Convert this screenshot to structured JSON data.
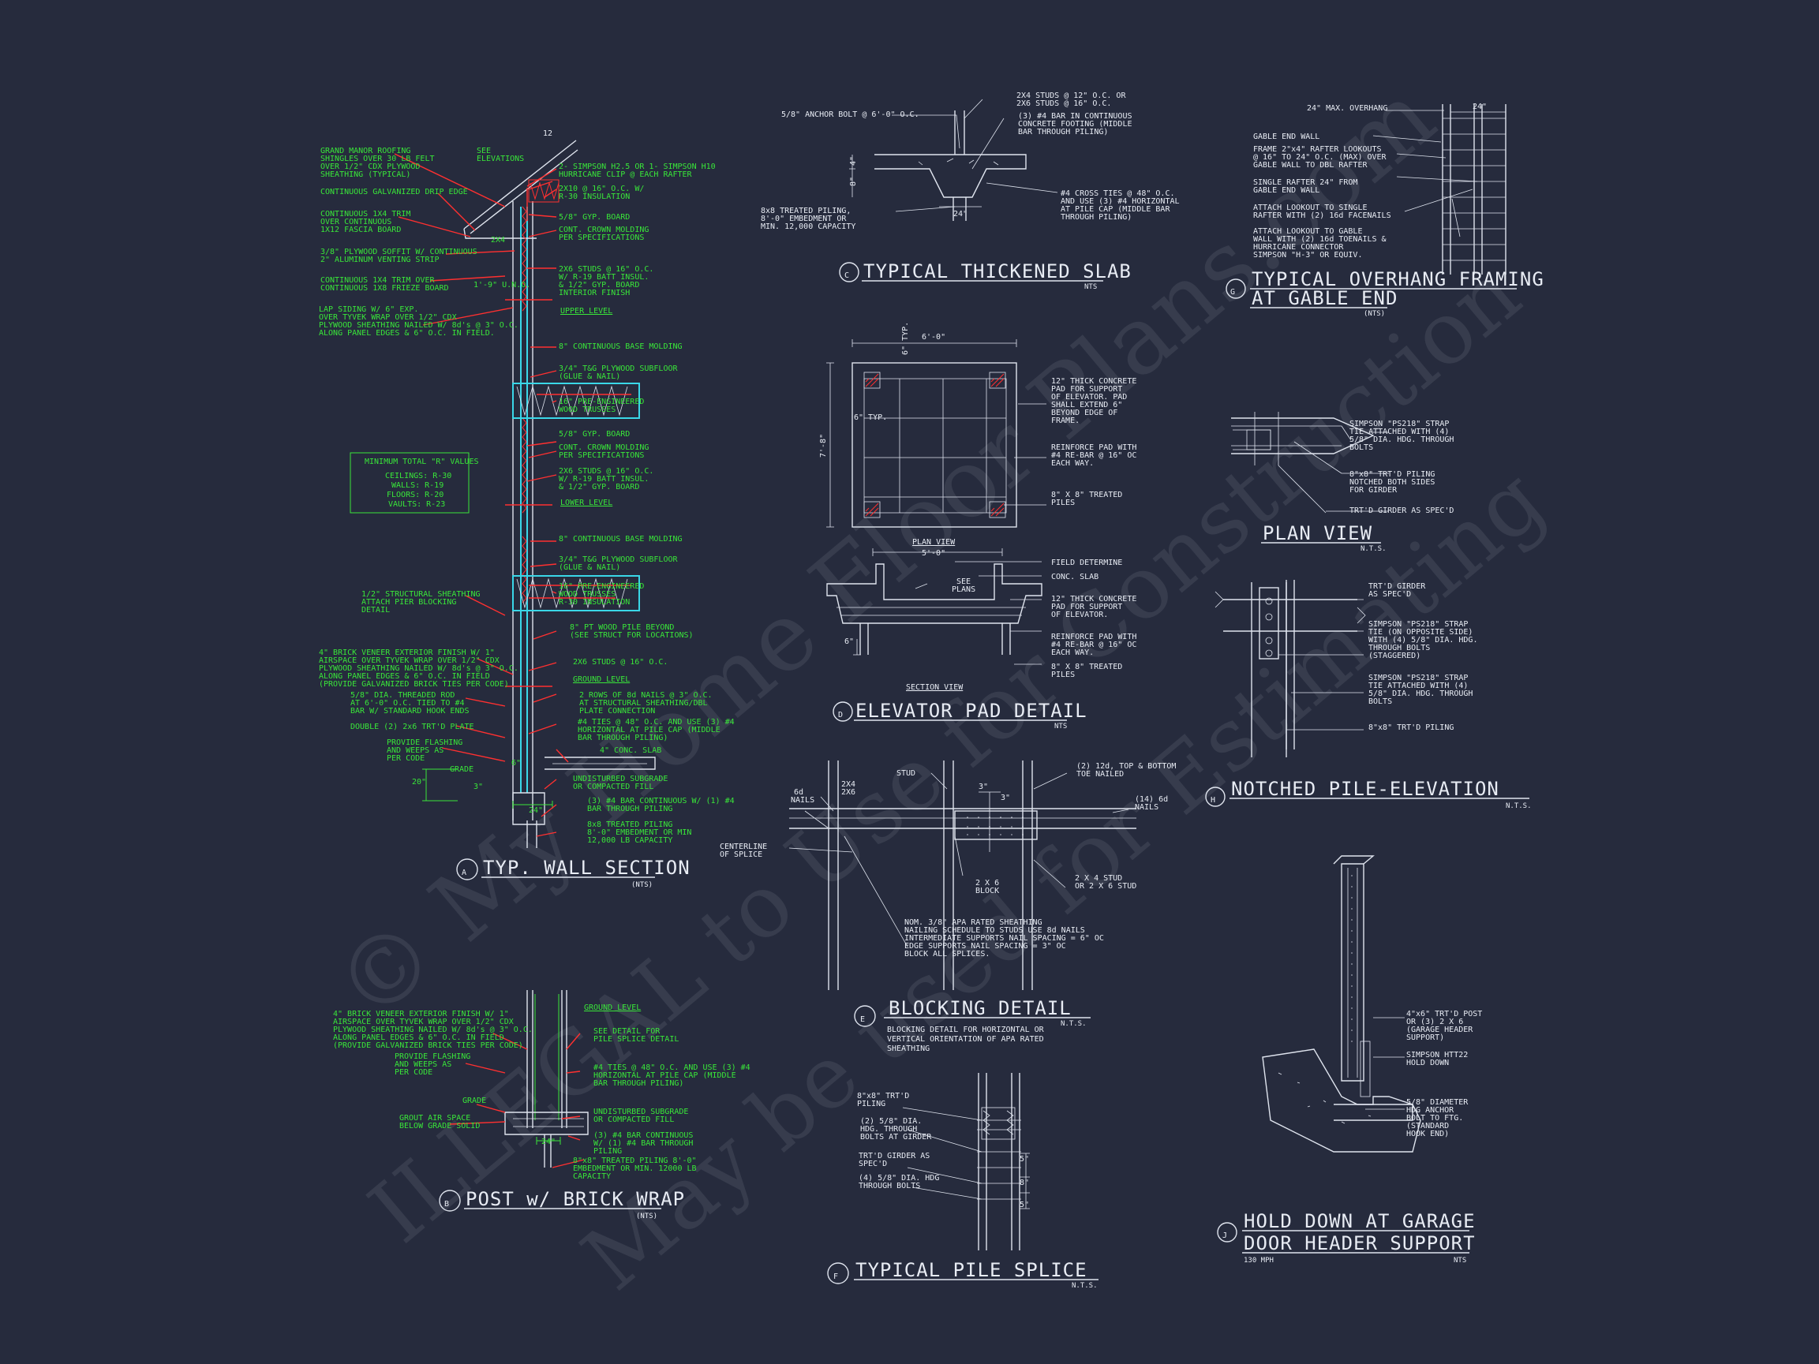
{
  "watermark": {
    "line1": "© My Home Floor Plans.com",
    "line2": "ILLEGAL to Use for Construction",
    "line3": "May be used for Estimating"
  },
  "details": {
    "A": {
      "letter": "A",
      "title": "TYP. WALL SECTION",
      "nts": "(NTS)",
      "pitch": "12",
      "labels_left": [
        "GRAND MANOR ROOFING",
        "SHINGLES OVER 30 LB FELT",
        "OVER 1/2\" CDX PLYWOOD",
        "SHEATHING (TYPICAL)",
        "CONTINUOUS GALVANIZED DRIP EDGE",
        "CONTINUOUS 1X4 TRIM",
        "OVER CONTINUOUS",
        "1X12 FASCIA BOARD",
        "3/8\" PLYWOOD SOFFIT W/ CONTINUOUS",
        "2\" ALUMINUM VENTING STRIP",
        "CONTINUOUS 1X4 TRIM OVER",
        "CONTINUOUS 1X8 FRIEZE BOARD",
        "LAP SIDING W/ 6\" EXP.",
        "OVER TYVEK WRAP OVER 1/2\" CDX",
        "PLYWOOD SHEATHING NAILED W/ 8d's @ 3\" O.C.",
        "ALONG PANEL EDGES & 6\" O.C. IN FIELD."
      ],
      "see_elev": [
        "SEE",
        "ELEVATIONS"
      ],
      "labels_right": [
        "2- SIMPSON H2.5 OR 1- SIMPSON H10",
        "HURRICANE CLIP @ EACH RAFTER",
        "2X10 @ 16\" O.C. W/",
        "R-30 INSULATION",
        "5/8\" GYP. BOARD",
        "CONT. CROWN MOLDING",
        "PER SPECIFICATIONS",
        "2X6 STUDS @ 16\" O.C.",
        "W/ R-19 BATT INSUL.",
        "& 1/2\" GYP. BOARD",
        "INTERIOR FINISH",
        "8\" CONTINUOUS BASE MOLDING",
        "3/4\" T&G PLYWOOD SUBFLOOR",
        "(GLUE & NAIL)",
        "16\" PRE-ENGINEERED",
        "WOOD TRUSSES",
        "5/8\" GYP. BOARD",
        "CONT. CROWN MOLDING",
        "PER SPECIFICATIONS",
        "2X6 STUDS @ 16\" O.C.",
        "W/ R-19 BATT INSUL.",
        "& 1/2\" GYP. BOARD",
        "8\" CONTINUOUS BASE MOLDING",
        "3/4\" T&G PLYWOOD SUBFLOOR",
        "(GLUE & NAIL)",
        "16\" PRE-ENGINEERED",
        "WOOD TRUSSES",
        "R-30 INSULATION",
        "8\" PT WOOD PILE BEYOND",
        "(SEE STRUCT FOR LOCATIONS)",
        "2X6 STUDS @ 16\" O.C.",
        "2 ROWS OF 8d NAILS @ 3\" O.C.",
        "AT STRUCTURAL SHEATHING/DBL",
        "PLATE CONNECTION",
        "#4 TIES @ 48\" O.C. AND USE (3) #4",
        "HORIZONTAL AT PILE CAP (MIDDLE",
        "BAR THROUGH PILING)",
        "4\" CONC. SLAB",
        "UNDISTURBED SUBGRADE",
        "OR COMPACTED FILL",
        "(3) #4 BAR CONTINUOUS W/ (1) #4",
        "BAR THROUGH PILING",
        "8x8 TREATED PILING",
        "8'-0\" EMBEDMENT OR MIN",
        "12,000 LB CAPACITY"
      ],
      "levels": [
        "UPPER LEVEL",
        "LOWER LEVEL",
        "GROUND LEVEL"
      ],
      "labels_lower_left": [
        "1/2\" STRUCTURAL SHEATHING",
        "ATTACH PIER BLOCKING",
        "DETAIL",
        "4\" BRICK VENEER EXTERIOR FINISH W/ 1\"",
        "AIRSPACE OVER TYVEK WRAP OVER 1/2\" CDX",
        "PLYWOOD SHEATHING NAILED W/ 8d's @ 3\" O.C.",
        "ALONG PANEL EDGES & 6\" O.C. IN FIELD",
        "(PROVIDE GALVANIZED BRICK TIES PER CODE)",
        "5/8\" DIA. THREADED ROD",
        "AT 6'-0\" O.C. TIED TO #4",
        "BAR W/ STANDARD HOOK ENDS",
        "DOUBLE (2) 2x6 TRT'D PLATE",
        "PROVIDE FLASHING",
        "AND WEEPS AS",
        "PER CODE",
        "GRADE"
      ],
      "dims": [
        "2X4",
        "1'-9\" U.N.O.",
        "20\"",
        "3\"",
        "6\"",
        "24\""
      ],
      "r_values": {
        "title": "MINIMUM TOTAL \"R\" VALUES",
        "rows": [
          "CEILINGS:  R-30",
          "WALLS:  R-19",
          "FLOORS:  R-20",
          "VAULTS:  R-23"
        ]
      }
    },
    "B": {
      "letter": "B",
      "title": "POST w/ BRICK WRAP",
      "nts": "(NTS)",
      "level": "GROUND LEVEL",
      "labels_left": [
        "4\" BRICK VENEER EXTERIOR FINISH W/ 1\"",
        "AIRSPACE OVER TYVEK WRAP OVER 1/2\" CDX",
        "PLYWOOD SHEATHING NAILED W/ 8d's @ 3\" O.C.",
        "ALONG PANEL EDGES & 6\" O.C. IN FIELD",
        "(PROVIDE GALVANIZED BRICK TIES PER CODE)",
        "PROVIDE FLASHING",
        "AND WEEPS AS",
        "PER CODE",
        "GRADE",
        "GROUT AIR SPACE",
        "BELOW GRADE SOLID"
      ],
      "labels_right": [
        "SEE DETAIL FOR",
        "PILE SPLICE DETAIL",
        "#4 TIES @ 48\" O.C. AND USE (3) #4",
        "HORIZONTAL AT PILE CAP (MIDDLE",
        "BAR THROUGH PILING)",
        "UNDISTURBED SUBGRADE",
        "OR COMPACTED FILL",
        "(3) #4 BAR CONTINUOUS",
        "W/ (1) #4 BAR THROUGH",
        "PILING",
        "8\"x8\" TREATED PILING 8'-0\"",
        "EMBEDMENT OR MIN. 12000 LB",
        "CAPACITY"
      ],
      "dims": [
        "24\""
      ]
    },
    "C": {
      "letter": "C",
      "title": "TYPICAL THICKENED SLAB",
      "nts": "NTS",
      "labels": [
        "5/8\" ANCHOR BOLT @ 6'-0\" O.C.",
        "2X4 STUDS @ 12\" O.C. OR",
        "2X6 STUDS @ 16\" O.C.",
        "(3) #4 BAR IN CONTINUOUS",
        "CONCRETE FOOTING (MIDDLE",
        "BAR THROUGH PILING)",
        "8x8 TREATED PILING,",
        "8'-0\" EMBEDMENT OR",
        "MIN. 12,000 CAPACITY",
        "#4 CROSS TIES @ 48\" O.C.",
        "AND USE (3) #4 HORIZONTAL",
        "AT PILE CAP (MIDDLE BAR",
        "THROUGH PILING)"
      ],
      "dims": [
        "4\"",
        "8\"",
        "24\""
      ]
    },
    "D": {
      "letter": "D",
      "title": "ELEVATOR PAD DETAIL",
      "nts": "NTS",
      "plan_label": "PLAN VIEW",
      "section_label": "SECTION VIEW",
      "dims": [
        "6'-0\"",
        "7'-8\"",
        "6\" TYP.",
        "6\" TYP.",
        "5'-0\"",
        "6\""
      ],
      "see_plans": [
        "SEE",
        "PLANS"
      ],
      "plan_labels": [
        "12\" THICK CONCRETE",
        "PAD FOR SUPPORT",
        "OF ELEVATOR. PAD",
        "SHALL EXTEND 6\"",
        "BEYOND EDGE OF",
        "FRAME.",
        "REINFORCE PAD WITH",
        "#4 RE-BAR @ 16\" OC",
        "EACH WAY.",
        "8\" X 8\" TREATED",
        "PILES"
      ],
      "section_labels": [
        "FIELD DETERMINE",
        "CONC. SLAB",
        "12\" THICK CONCRETE",
        "PAD FOR SUPPORT",
        "OF ELEVATOR.",
        "REINFORCE PAD WITH",
        "#4 RE-BAR @ 16\" OC",
        "EACH WAY.",
        "8\" X 8\" TREATED",
        "PILES"
      ]
    },
    "E": {
      "letter": "E",
      "title": "BLOCKING DETAIL",
      "nts": "N.T.S.",
      "labels": [
        "6d",
        "NAILS",
        "2X4",
        "2X6",
        "STUD",
        "(2) 12d, TOP & BOTTOM",
        "TOE NAILED",
        "(14) 6d",
        "NAILS",
        "CENTERLINE",
        "OF SPLICE",
        "2 X 6",
        "BLOCK",
        "2 X 4 STUD",
        "OR 2 X 6 STUD",
        "NOM. 3/8\" APA RATED SHEATHING",
        "NAILING SCHEDULE TO STUDS USE 8d NAILS",
        "INTERMEDIATE SUPPORTS NAIL SPACING = 6\" OC",
        "EDGE SUPPORTS NAIL SPACING = 3\" OC",
        "BLOCK ALL SPLICES."
      ],
      "dims": [
        "3\"",
        "3\""
      ],
      "subtitle": [
        "BLOCKING DETAIL FOR HORIZONTAL OR",
        "VERTICAL ORIENTATION OF APA RATED",
        "SHEATHING"
      ]
    },
    "F": {
      "letter": "F",
      "title": "TYPICAL PILE SPLICE",
      "nts": "N.T.S.",
      "labels": [
        "8\"x8\" TRT'D",
        "PILING",
        "(2) 5/8\" DIA.",
        "HDG. THROUGH",
        "BOLTS AT GIRDER",
        "TRT'D GIRDER AS",
        "SPEC'D",
        "(4) 5/8\" DIA. HDG",
        "THROUGH BOLTS"
      ],
      "dims": [
        "5\"",
        "8\"",
        "5\""
      ]
    },
    "G": {
      "letter": "G",
      "title_line1": "TYPICAL OVERHANG FRAMING",
      "title_line2": "AT GABLE END",
      "nts": "(NTS)",
      "labels": [
        "24\" MAX. OVERHANG",
        "GABLE END WALL",
        "FRAME 2\"x4\" RAFTER LOOKOUTS",
        "@ 16\" TO 24\" O.C. (MAX) OVER",
        "GABLE WALL TO DBL RAFTER",
        "SINGLE RAFTER 24\" FROM",
        "GABLE END WALL",
        "ATTACH LOOKOUT TO SINGLE",
        "RAFTER WITH (2) 16d FACENAILS",
        "ATTACH LOOKOUT TO GABLE",
        "WALL WITH (2) 16d TOENAILS &",
        "HURRICANE CONNECTOR",
        "SIMPSON \"H-3\" OR EQUIV."
      ],
      "dims": [
        "24\""
      ]
    },
    "PV": {
      "title": "PLAN VIEW",
      "nts": "N.T.S.",
      "labels": [
        "SIMPSON \"PS218\" STRAP",
        "TIE ATTACHED WITH (4)",
        "5/8\" DIA. HDG. THROUGH",
        "BOLTS",
        "8\"x8\" TRT'D PILING",
        "NOTCHED BOTH SIDES",
        "FOR GIRDER",
        "TRT'D GIRDER AS SPEC'D"
      ]
    },
    "H": {
      "letter": "H",
      "title": "NOTCHED PILE-ELEVATION",
      "nts": "N.T.S.",
      "labels": [
        "TRT'D GIRDER",
        "AS SPEC'D",
        "SIMPSON \"PS218\" STRAP",
        "TIE (ON OPPOSITE SIDE)",
        "WITH (4) 5/8\" DIA. HDG.",
        "THROUGH BOLTS",
        "(STAGGERED)",
        "SIMPSON \"PS218\" STRAP",
        "TIE ATTACHED WITH (4)",
        "5/8\" DIA. HDG. THROUGH",
        "BOLTS",
        "8\"x8\" TRT'D PILING"
      ]
    },
    "J": {
      "letter": "J",
      "title_line1": "HOLD DOWN AT GARAGE",
      "title_line2": "DOOR HEADER SUPPORT",
      "mph": "130 MPH",
      "nts": "NTS",
      "labels": [
        "4\"x6\" TRT'D POST",
        "OR (3) 2 X 6",
        "(GARAGE HEADER",
        "SUPPORT)",
        "SIMPSON HTT22",
        "HOLD DOWN",
        "5/8\" DIAMETER",
        "HDG ANCHOR",
        "BOLT TO FTG.",
        "(STANDARD",
        "HOOK END)"
      ]
    }
  }
}
